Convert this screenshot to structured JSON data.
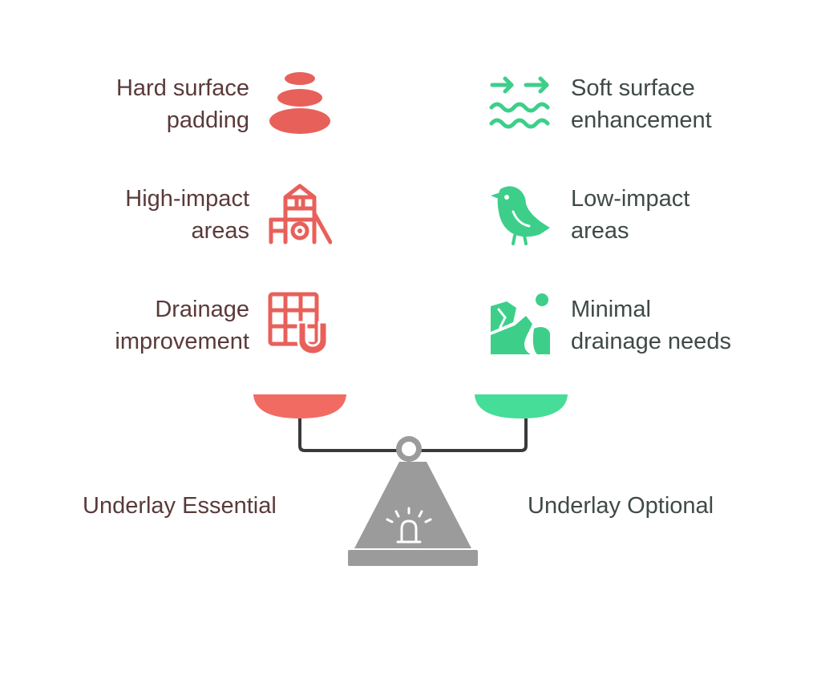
{
  "left": {
    "title": "Underlay Essential",
    "color": "#e8605a",
    "items": [
      {
        "lines": [
          "Hard surface",
          "padding"
        ],
        "icon": "stacked-stones-icon"
      },
      {
        "lines": [
          "High-impact",
          "areas"
        ],
        "icon": "playground-tower-icon"
      },
      {
        "lines": [
          "Drainage",
          "improvement"
        ],
        "icon": "grid-pipe-icon"
      }
    ]
  },
  "right": {
    "title": "Underlay Optional",
    "color": "#3dcf8a",
    "items": [
      {
        "lines": [
          "Soft surface",
          "enhancement"
        ],
        "icon": "waves-arrows-icon"
      },
      {
        "lines": [
          "Low-impact",
          "areas"
        ],
        "icon": "bird-icon"
      },
      {
        "lines": [
          "Minimal",
          "drainage needs"
        ],
        "icon": "rock-landscape-icon"
      }
    ]
  },
  "scale": {
    "icon": "balance-scale-icon",
    "left_pan_color": "#f26b63",
    "right_pan_color": "#45dd97",
    "body_color": "#9b9b9b"
  }
}
